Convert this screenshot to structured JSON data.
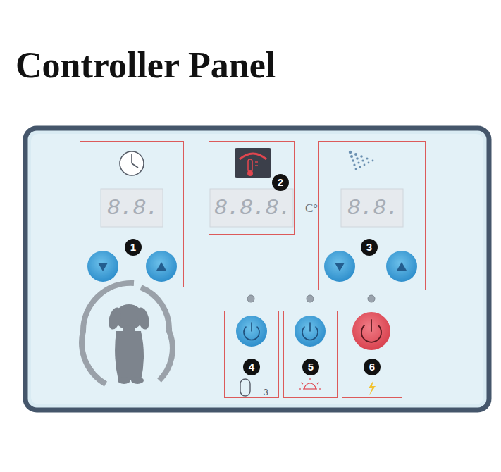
{
  "diagram": {
    "title": "Controller Panel",
    "nodes": [
      {
        "text": [
          "8.8.",
          "1"
        ]
      },
      {
        "text": [
          "8.8.8.",
          "2"
        ]
      },
      {
        "text": [
          "8.8.",
          "3"
        ]
      },
      {
        "text": [
          "4",
          "3"
        ]
      },
      {
        "text": [
          "5"
        ]
      },
      {
        "text": [
          "6"
        ]
      }
    ],
    "labels": [
      "C°"
    ]
  }
}
